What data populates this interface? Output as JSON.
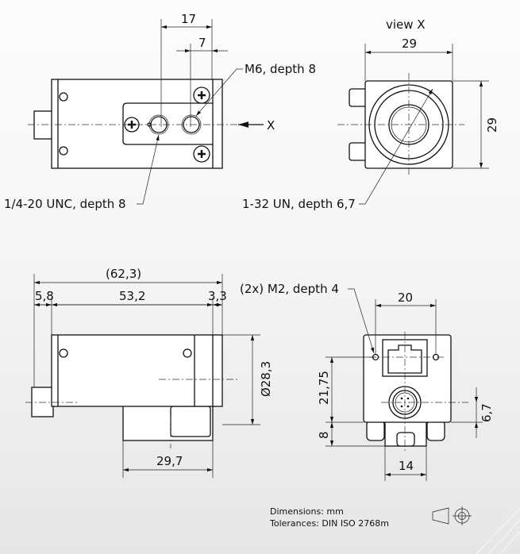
{
  "top_view": {
    "dim_17": "17",
    "dim_7": "7",
    "label_m6": "M6, depth 8",
    "label_unc": "1/4-20 UNC, depth 8",
    "view_arrow": "X"
  },
  "front_view": {
    "title": "view X",
    "dim_width": "29",
    "dim_height": "29",
    "label_un": "1-32 UN, depth 6,7"
  },
  "side_view": {
    "dim_total": "(62,3)",
    "dim_left": "5,8",
    "dim_body": "53,2",
    "dim_right": "3,3",
    "dim_diameter": "Ø28,3",
    "dim_base": "29,7"
  },
  "back_view": {
    "label_m2": "(2x) M2, depth 4",
    "dim_20": "20",
    "dim_21_75": "21,75",
    "dim_8": "8",
    "dim_6_7": "6,7",
    "dim_14": "14"
  },
  "footer": {
    "dimensions": "Dimensions: mm",
    "tolerances": "Tolerances: DIN ISO 2768m"
  }
}
